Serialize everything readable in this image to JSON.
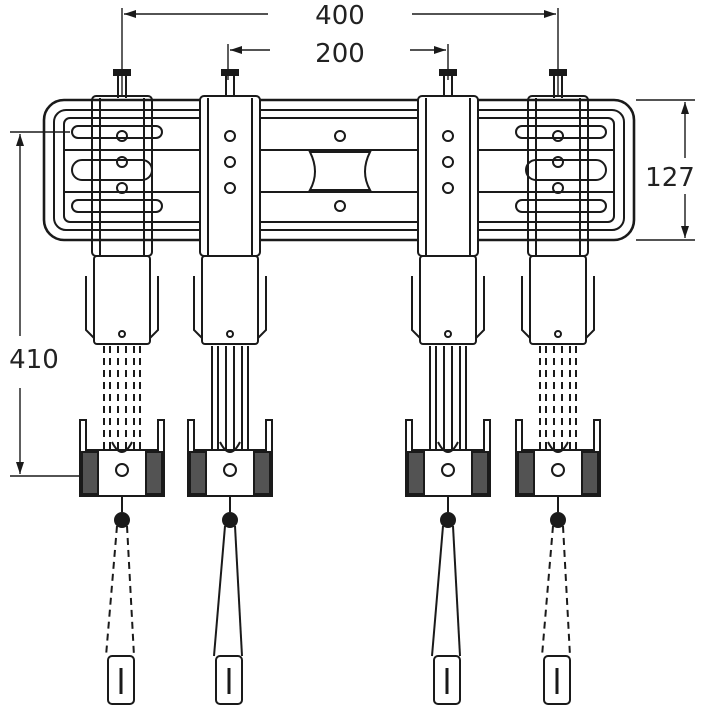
{
  "dimensions": {
    "outer_width": "400",
    "inner_width": "200",
    "rail_height": "127",
    "drop_length": "410"
  },
  "colors": {
    "line": "#1a1a1a",
    "background": "#ffffff"
  },
  "icons": {
    "arm": "bracket-arm-assembly",
    "clamp": "clamp-jaw",
    "strap": "hanging-strap"
  }
}
